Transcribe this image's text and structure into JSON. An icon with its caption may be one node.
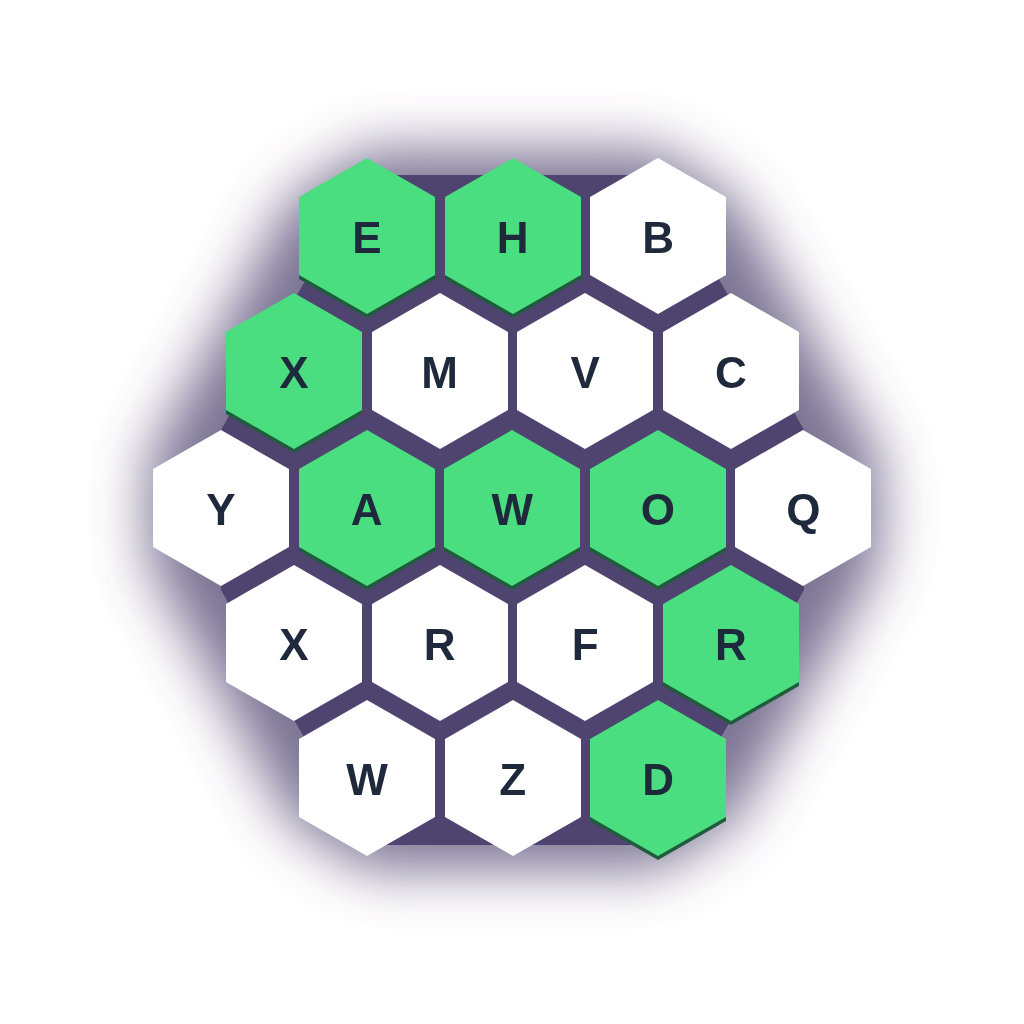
{
  "diagram": {
    "nodes": [
      {
        "text": [
          "E"
        ]
      },
      {
        "text": [
          "H"
        ]
      },
      {
        "text": [
          "B"
        ]
      },
      {
        "text": [
          "X"
        ]
      },
      {
        "text": [
          "M"
        ]
      },
      {
        "text": [
          "V"
        ]
      },
      {
        "text": [
          "C"
        ]
      },
      {
        "text": [
          "Y"
        ]
      },
      {
        "text": [
          "A"
        ]
      },
      {
        "text": [
          "W"
        ]
      },
      {
        "text": [
          "O"
        ]
      },
      {
        "text": [
          "Q"
        ]
      },
      {
        "text": [
          "X"
        ]
      },
      {
        "text": [
          "R"
        ]
      },
      {
        "text": [
          "F"
        ]
      },
      {
        "text": [
          "R"
        ]
      },
      {
        "text": [
          "W"
        ]
      },
      {
        "text": [
          "Z"
        ]
      },
      {
        "text": [
          "D"
        ]
      }
    ]
  }
}
